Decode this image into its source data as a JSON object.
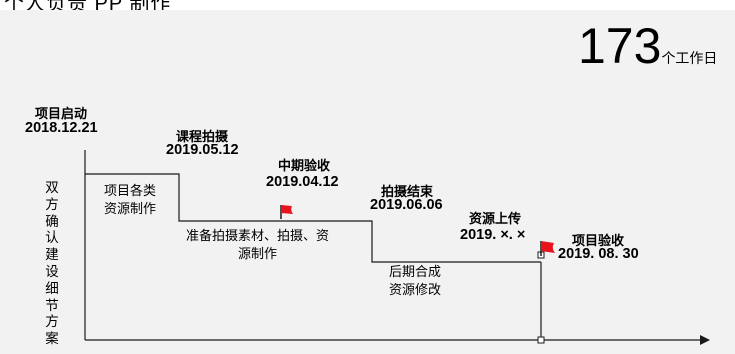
{
  "header_text": "个人负责 PP 制作",
  "days_count": "173",
  "days_unit": "个工作日",
  "side_label": "双方确认建设细节方案",
  "milestones": [
    {
      "name": "项目启动",
      "date": "2018.12.21"
    },
    {
      "name": "课程拍摄",
      "date": "2019.05.12"
    },
    {
      "name": "中期验收",
      "date": "2019.04.12"
    },
    {
      "name": "拍摄结束",
      "date": "2019.06.06"
    },
    {
      "name": "资源上传",
      "date": "2019. ×. ×"
    },
    {
      "name": "项目验收",
      "date": "2019. 08. 30"
    }
  ],
  "tasks": [
    {
      "lines": [
        "项目各类",
        "资源制作"
      ]
    },
    {
      "lines": [
        "准备拍摄素材、拍摄、资",
        "源制作"
      ]
    },
    {
      "lines": [
        "后期合成",
        "资源修改"
      ]
    }
  ],
  "colors": {
    "flag": "#e8131b",
    "line": "#1a1a1a",
    "background": "#f2f2f2"
  }
}
